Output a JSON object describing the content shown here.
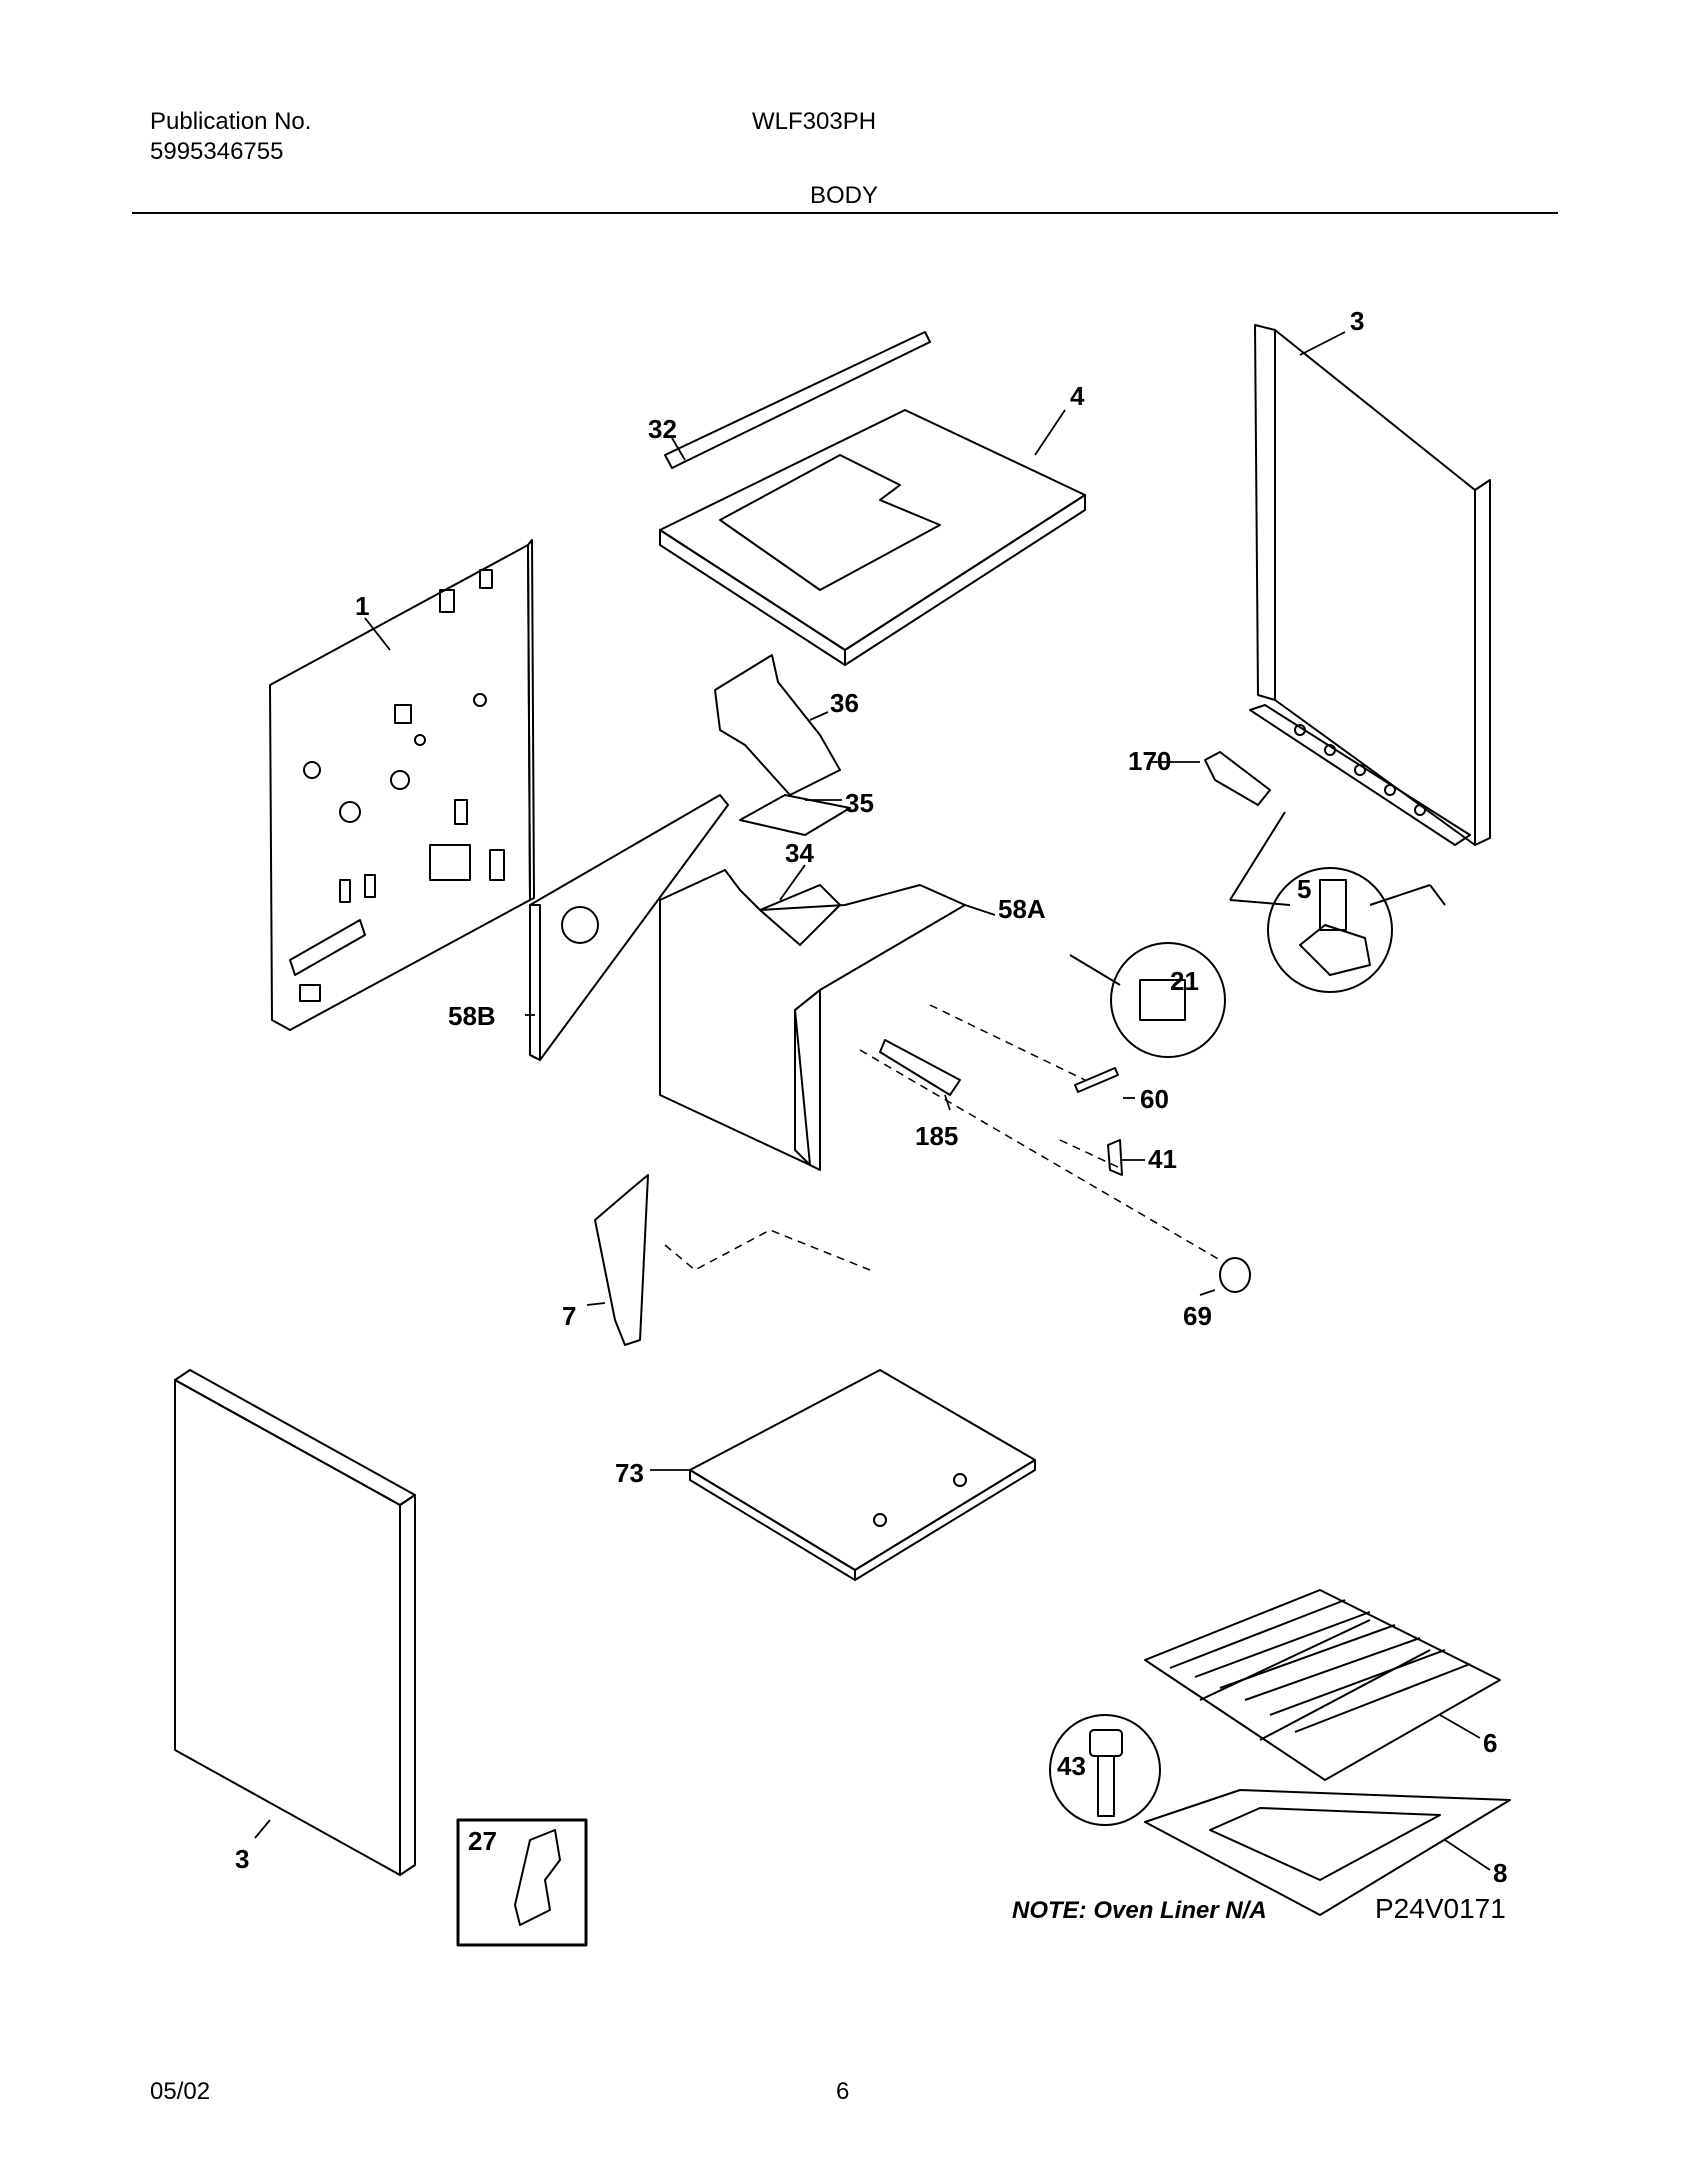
{
  "header": {
    "publication_label": "Publication No.",
    "publication_number": "5995346755",
    "model": "WLF303PH",
    "section": "BODY"
  },
  "callouts": {
    "c1": "1",
    "c3_top": "3",
    "c3_bottom": "3",
    "c4": "4",
    "c5": "5",
    "c6": "6",
    "c7": "7",
    "c8": "8",
    "c21": "21",
    "c27": "27",
    "c32": "32",
    "c34": "34",
    "c35": "35",
    "c36": "36",
    "c41": "41",
    "c43": "43",
    "c58a": "58A",
    "c58b": "58B",
    "c60": "60",
    "c69": "69",
    "c73": "73",
    "c170": "170",
    "c185": "185"
  },
  "note": "NOTE: Oven Liner N/A",
  "diagram_code": "P24V0171",
  "footer": {
    "date": "05/02",
    "page": "6"
  }
}
